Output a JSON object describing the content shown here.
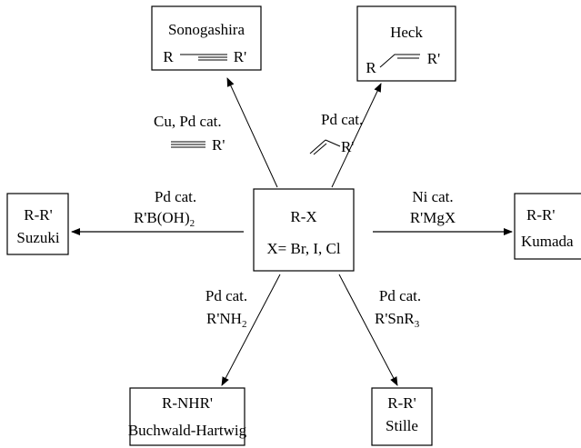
{
  "center": {
    "line1": "R-X",
    "line2": "X= Br, I, Cl"
  },
  "sonogashira": {
    "name": "Sonogashira",
    "product_r": "R",
    "product_r2": "R'",
    "reagent_line1": "Cu, Pd cat.",
    "reagent_alkyne_r": "R'"
  },
  "heck": {
    "name": "Heck",
    "product_r": "R",
    "product_r2": "R'",
    "reagent_line1": "Pd cat.",
    "reagent_alkene_r": "R'"
  },
  "suzuki": {
    "product": "R-R'",
    "name": "Suzuki",
    "reagent_line1": "Pd cat.",
    "reagent_line2": "R'B(OH)",
    "reagent_line2_sub": "2"
  },
  "kumada": {
    "product": "R-R'",
    "name": "Kumada",
    "reagent_line1": "Ni cat.",
    "reagent_line2": "R'MgX"
  },
  "buchwald": {
    "product": "R-NHR'",
    "name": "Buchwald-Hartwig",
    "reagent_line1": "Pd cat.",
    "reagent_line2": "R'NH",
    "reagent_line2_sub": "2"
  },
  "stille": {
    "product": "R-R'",
    "name": "Stille",
    "reagent_line1": "Pd cat.",
    "reagent_line2": "R'SnR",
    "reagent_line2_sub": "3"
  }
}
